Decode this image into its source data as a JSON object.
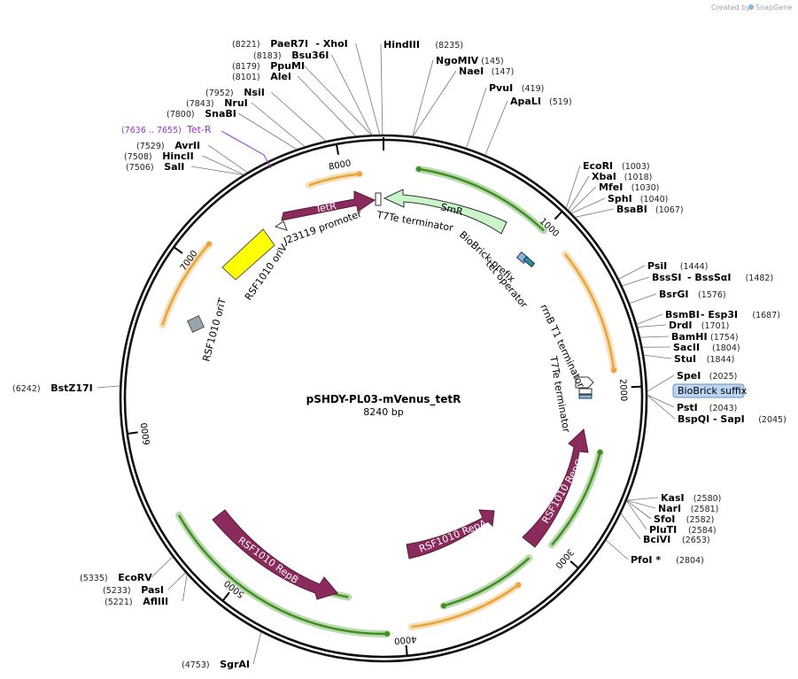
{
  "watermark": {
    "text": "Created by",
    "brand": "SnapGene"
  },
  "plasmid": {
    "name": "pSHDY-PL03-mVenus_tetR",
    "length_label": "8240 bp",
    "length": 8240
  },
  "ticks": [
    "1000",
    "2000",
    "3000",
    "4000",
    "5000",
    "6000",
    "7000",
    "8000"
  ],
  "enzyme_labels": [
    {
      "pos": "(8221)",
      "name": "PaeR7I",
      "extra": "- XhoI"
    },
    {
      "pos": "(8183)",
      "name": "Bsu36I",
      "extra": ""
    },
    {
      "pos": "(8179)",
      "name": "PpuMI",
      "extra": ""
    },
    {
      "pos": "(8101)",
      "name": "AleI",
      "extra": ""
    },
    {
      "pos": "(7952)",
      "name": "NsiI",
      "extra": ""
    },
    {
      "pos": "(7843)",
      "name": "NruI",
      "extra": ""
    },
    {
      "pos": "(7800)",
      "name": "SnaBI",
      "extra": ""
    },
    {
      "pos": "(7529)",
      "name": "AvrII",
      "extra": ""
    },
    {
      "pos": "(7508)",
      "name": "HincII",
      "extra": ""
    },
    {
      "pos": "(7506)",
      "name": "SalI",
      "extra": ""
    },
    {
      "pos": "(6242)",
      "name": "BstZ17I",
      "extra": ""
    },
    {
      "pos": "(5335)",
      "name": "EcoRV",
      "extra": ""
    },
    {
      "pos": "(5233)",
      "name": "PasI",
      "extra": ""
    },
    {
      "pos": "(5221)",
      "name": "AflIII",
      "extra": ""
    },
    {
      "pos": "(4753)",
      "name": "SgrAI",
      "extra": ""
    },
    {
      "pos": "(8235)",
      "name": "HindIII",
      "extra": ""
    },
    {
      "pos": "(145)",
      "name": "NgoMIV",
      "extra": ""
    },
    {
      "pos": "(147)",
      "name": "NaeI",
      "extra": ""
    },
    {
      "pos": "(419)",
      "name": "PvuI",
      "extra": ""
    },
    {
      "pos": "(519)",
      "name": "ApaLI",
      "extra": ""
    },
    {
      "pos": "(1003)",
      "name": "EcoRI",
      "extra": ""
    },
    {
      "pos": "(1018)",
      "name": "XbaI",
      "extra": ""
    },
    {
      "pos": "(1030)",
      "name": "MfeI",
      "extra": ""
    },
    {
      "pos": "(1040)",
      "name": "SphI",
      "extra": ""
    },
    {
      "pos": "(1067)",
      "name": "BsaBI",
      "extra": ""
    },
    {
      "pos": "(1444)",
      "name": "PsiI",
      "extra": ""
    },
    {
      "pos": "(1482)",
      "name": "BssSI",
      "extra": "- BssSαI"
    },
    {
      "pos": "(1576)",
      "name": "BsrGI",
      "extra": ""
    },
    {
      "pos": "(1687)",
      "name": "BsmBI",
      "extra": "- Esp3I"
    },
    {
      "pos": "(1701)",
      "name": "DrdI",
      "extra": ""
    },
    {
      "pos": "(1754)",
      "name": "BamHI",
      "extra": ""
    },
    {
      "pos": "(1804)",
      "name": "SacII",
      "extra": ""
    },
    {
      "pos": "(1844)",
      "name": "StuI",
      "extra": ""
    },
    {
      "pos": "(2025)",
      "name": "SpeI",
      "extra": ""
    },
    {
      "pos": "(2043)",
      "name": "PstI",
      "extra": ""
    },
    {
      "pos": "(2045)",
      "name": "BspQI",
      "extra": "- SapI"
    },
    {
      "pos": "(2580)",
      "name": "KasI",
      "extra": ""
    },
    {
      "pos": "(2581)",
      "name": "NarI",
      "extra": ""
    },
    {
      "pos": "(2582)",
      "name": "SfoI",
      "extra": ""
    },
    {
      "pos": "(2584)",
      "name": "PluTI",
      "extra": ""
    },
    {
      "pos": "(2653)",
      "name": "BciVI",
      "extra": ""
    },
    {
      "pos": "(2804)",
      "name": "PfoI *",
      "extra": ""
    }
  ],
  "features": {
    "tetr_gene": "TetR",
    "smr_gene": "SmR",
    "repa_gene": "RSF1010 RepA",
    "repb_gene": "RSF1010 RepB",
    "repc_gene": "RSF1010 RepC",
    "promoter": "J23119 promoter",
    "oriv": "RSF1010 oriV",
    "orit": "RSF1010 oriT",
    "t7te_1": "T7Te terminator",
    "prefix": "BioBrick prefix",
    "tet_operator": "tet operator",
    "rrnb": "rrnB T1 terminator",
    "t7te_2": "T7Te terminator",
    "suffix": "BioBrick suffix",
    "tetr_region_pos": "(7636 .. 7655)",
    "tetr_region_name": "Tet-R"
  },
  "colors": {
    "gene": "#8b2a5c",
    "smr_fill": "#c9f5c9",
    "oriv": "#ffff00",
    "orit": "#9aa4ad",
    "suffix_badge": "#b9d3f0",
    "orf_orange": "#e8a33a",
    "orf_green": "#3f8f1f",
    "tet_purple": "#9933cc"
  }
}
